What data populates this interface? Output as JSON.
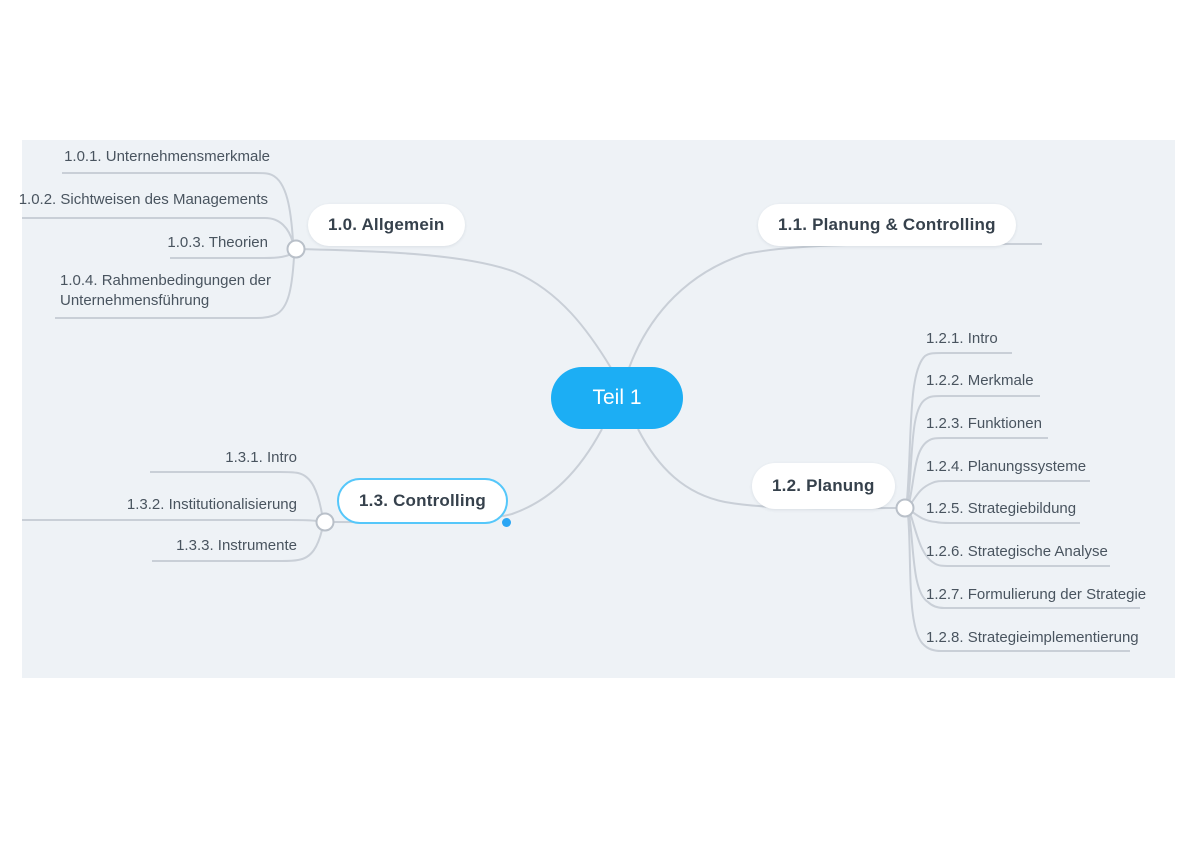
{
  "root": {
    "label": "Teil 1"
  },
  "topics": {
    "allgemein": {
      "label": "1.0. Allgemein",
      "children": [
        "1.0.1. Unternehmensmerkmale",
        "1.0.2. Sichtweisen des Managements",
        "1.0.3. Theorien",
        "1.0.4. Rahmenbedingungen der Unternehmensführung"
      ]
    },
    "planung_controlling": {
      "label": "1.1. Planung & Controlling"
    },
    "planung": {
      "label": "1.2. Planung",
      "children": [
        "1.2.1. Intro",
        "1.2.2. Merkmale",
        "1.2.3. Funktionen",
        "1.2.4. Planungssysteme",
        "1.2.5. Strategiebildung",
        "1.2.6. Strategische Analyse",
        "1.2.7. Formulierung der Strategie",
        "1.2.8. Strategieimplementierung"
      ]
    },
    "controlling": {
      "label": "1.3. Controlling",
      "selected": true,
      "children": [
        "1.3.1. Intro",
        "1.3.2. Institutionalisierung",
        "1.3.3. Instrumente"
      ]
    }
  },
  "colors": {
    "canvas_bg": "#eef2f6",
    "line": "#c9cfd7",
    "root_fill": "#1caef4",
    "root_text": "#ffffff",
    "topic_text": "#36414c",
    "leaf_text": "#49545f",
    "selection_border": "#55c7fa",
    "selection_dot": "#2ba6f4",
    "connector_fill": "#ffffff",
    "connector_border": "#b9c0c9"
  }
}
